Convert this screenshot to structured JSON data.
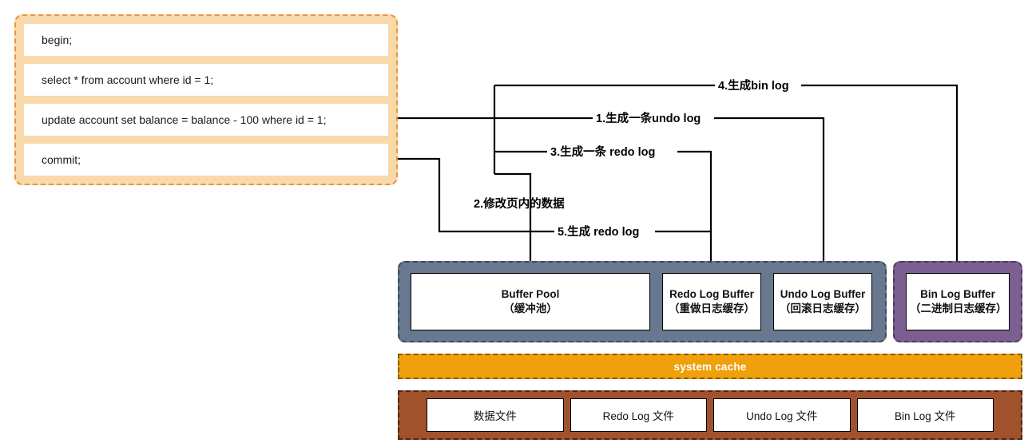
{
  "diagram": {
    "title": "MySQL transaction log write flow",
    "colors": {
      "sql_panel_fill": "#F9D9A9",
      "sql_panel_border": "#E8953A",
      "buffer_region_fill": "#67788F",
      "binlog_region_fill": "#7A5F90",
      "system_cache_fill": "#EFA00B",
      "files_region_fill": "#A0522D",
      "connector_stroke": "#000000",
      "box_fill": "#FFFFFF"
    }
  },
  "sql_panel": {
    "statements": [
      "begin;",
      "select * from account where id = 1;",
      "update account set balance = balance - 100 where id = 1;",
      "commit;"
    ]
  },
  "connectors": [
    {
      "step": "1",
      "label": "1.生成一条undo log",
      "from": "update-statement",
      "to": "undo-log-buffer"
    },
    {
      "step": "2",
      "label": "2.修改页内的数据",
      "from": "update-statement",
      "to": "buffer-pool"
    },
    {
      "step": "3",
      "label": "3.生成一条 redo log",
      "from": "update-statement",
      "to": "redo-log-buffer"
    },
    {
      "step": "4",
      "label": "4.生成bin log",
      "from": "update-statement",
      "to": "bin-log-buffer"
    },
    {
      "step": "5",
      "label": "5.生成 redo log",
      "from": "commit-statement",
      "to": "redo-log-buffer"
    }
  ],
  "buffer_region": {
    "boxes": [
      {
        "name": "buffer-pool",
        "title": "Buffer Pool",
        "subtitle": "（缓冲池）"
      },
      {
        "name": "redo-log-buffer",
        "title": "Redo Log Buffer",
        "subtitle": "（重做日志缓存）"
      },
      {
        "name": "undo-log-buffer",
        "title": "Undo Log Buffer",
        "subtitle": "（回滚日志缓存）"
      }
    ]
  },
  "binlog_region": {
    "box": {
      "name": "bin-log-buffer",
      "title": "Bin Log Buffer",
      "subtitle": "（二进制日志缓存）"
    }
  },
  "system_cache": {
    "label": "system cache"
  },
  "files_region": {
    "files": [
      "数据文件",
      "Redo Log 文件",
      "Undo Log 文件",
      "Bin Log 文件"
    ]
  }
}
